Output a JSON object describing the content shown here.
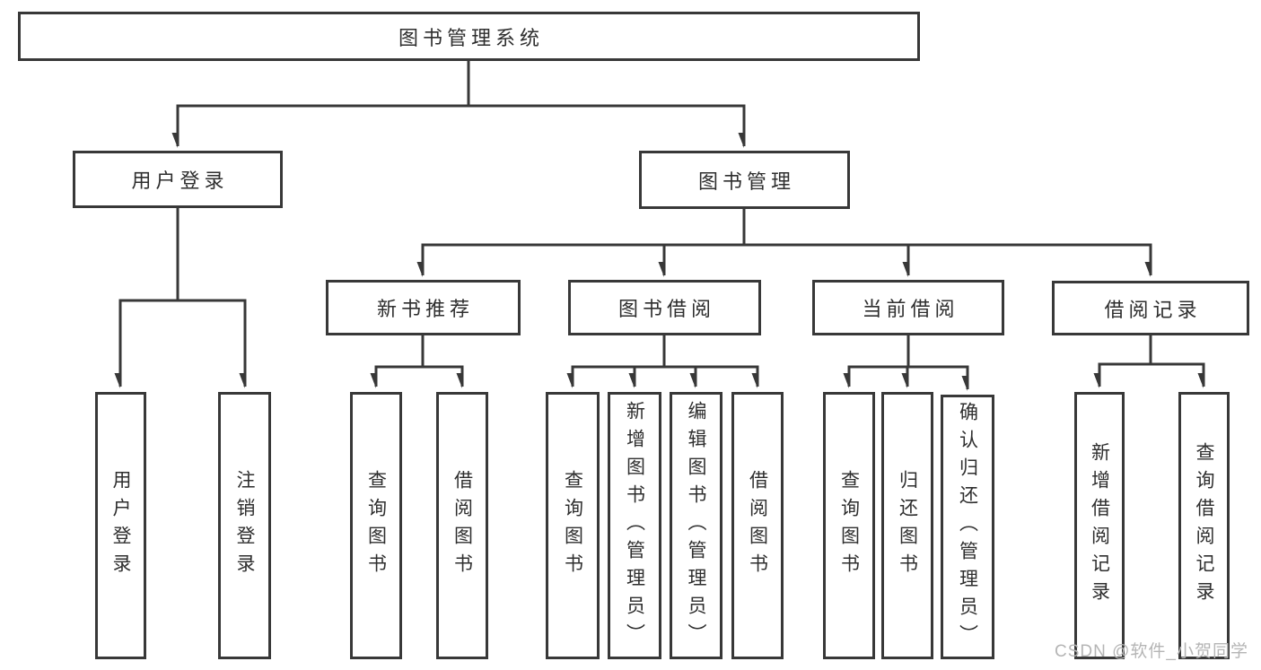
{
  "page": {
    "watermark": "CSDN @软件_小贺同学"
  },
  "colors": {
    "line": "#383838",
    "box_border": "#383838",
    "text": "#2e2e2e",
    "watermark": "#b5b5b5",
    "background": "#ffffff"
  },
  "tree": {
    "root": "图书管理系统",
    "branches": [
      {
        "label": "用户登录",
        "children": [
          "用户登录",
          "注销登录"
        ]
      },
      {
        "label": "图书管理",
        "groups": [
          {
            "label": "新书推荐",
            "children": [
              "查询图书",
              "借阅图书"
            ]
          },
          {
            "label": "图书借阅",
            "children": [
              "查询图书",
              "新增图书（管理员）",
              "编辑图书（管理员）",
              "借阅图书"
            ]
          },
          {
            "label": "当前借阅",
            "children": [
              "查询图书",
              "归还图书",
              "确认归还（管理员）"
            ]
          },
          {
            "label": "借阅记录",
            "children": [
              "新增借阅记录",
              "查询借阅记录"
            ]
          }
        ]
      }
    ]
  }
}
